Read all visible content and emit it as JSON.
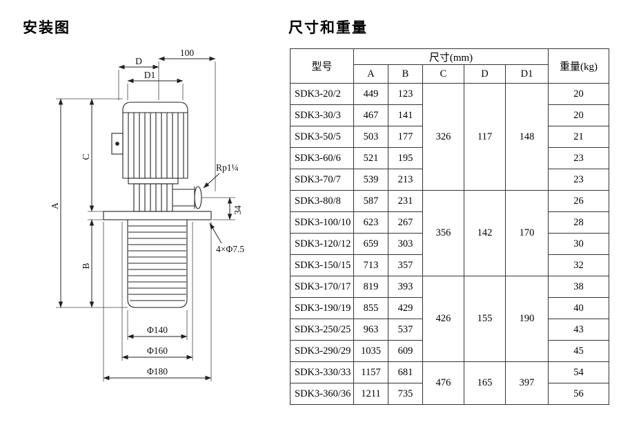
{
  "titles": {
    "left": "安装图",
    "right": "尺寸和重量"
  },
  "diagram": {
    "labels": {
      "dim_d": "D",
      "dim_100": "100",
      "dim_d1": "D1",
      "dim_a": "A",
      "dim_b": "B",
      "dim_c": "C",
      "dim_34": "34",
      "port_thread": "Rp1¼",
      "holes": "4×Φ7.5",
      "dia_140": "Φ140",
      "dia_160": "Φ160",
      "dia_180": "Φ180"
    }
  },
  "table": {
    "header": {
      "model": "型号",
      "size_group": "尺寸(mm)",
      "col_a": "A",
      "col_b": "B",
      "col_c": "C",
      "col_d": "D",
      "col_d1": "D1",
      "weight": "重量(kg)"
    },
    "groups": [
      {
        "c": "326",
        "d": "117",
        "d1": "148"
      },
      {
        "c": "356",
        "d": "142",
        "d1": "170"
      },
      {
        "c": "426",
        "d": "155",
        "d1": "190"
      },
      {
        "c": "476",
        "d": "165",
        "d1": "397"
      }
    ],
    "rows": [
      {
        "model": "SDK3-20/2",
        "a": "449",
        "b": "123",
        "weight": "20"
      },
      {
        "model": "SDK3-30/3",
        "a": "467",
        "b": "141",
        "weight": "20"
      },
      {
        "model": "SDK3-50/5",
        "a": "503",
        "b": "177",
        "weight": "21"
      },
      {
        "model": "SDK3-60/6",
        "a": "521",
        "b": "195",
        "weight": "23"
      },
      {
        "model": "SDK3-70/7",
        "a": "539",
        "b": "213",
        "weight": "23"
      },
      {
        "model": "SDK3-80/8",
        "a": "587",
        "b": "231",
        "weight": "26"
      },
      {
        "model": "SDK3-100/10",
        "a": "623",
        "b": "267",
        "weight": "28"
      },
      {
        "model": "SDK3-120/12",
        "a": "659",
        "b": "303",
        "weight": "30"
      },
      {
        "model": "SDK3-150/15",
        "a": "713",
        "b": "357",
        "weight": "32"
      },
      {
        "model": "SDK3-170/17",
        "a": "819",
        "b": "393",
        "weight": "38"
      },
      {
        "model": "SDK3-190/19",
        "a": "855",
        "b": "429",
        "weight": "40"
      },
      {
        "model": "SDK3-250/25",
        "a": "963",
        "b": "537",
        "weight": "43"
      },
      {
        "model": "SDK3-290/29",
        "a": "1035",
        "b": "609",
        "weight": "45"
      },
      {
        "model": "SDK3-330/33",
        "a": "1157",
        "b": "681",
        "weight": "54"
      },
      {
        "model": "SDK3-360/36",
        "a": "1211",
        "b": "735",
        "weight": "56"
      }
    ]
  }
}
